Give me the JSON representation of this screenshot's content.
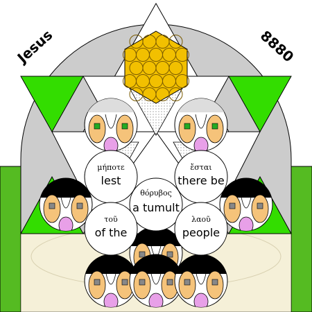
{
  "corner_labels": {
    "left": "Jesus",
    "right": "8880"
  },
  "words": [
    {
      "greek": "μήποτε",
      "english": "lest"
    },
    {
      "greek": "ἔσται",
      "english": "there be"
    },
    {
      "greek": "θόρυβος",
      "english": "a tumult"
    },
    {
      "greek": "τοῦ",
      "english": "of the"
    },
    {
      "greek": "λαοῦ",
      "english": "people"
    }
  ],
  "colors": {
    "green": "#33dd00",
    "side_green": "#55bb22",
    "grey": "#cccccc",
    "gold": "#f2c000",
    "skin": "#f5c37a",
    "pink": "#e8a0e8",
    "hair": "#000000",
    "cream": "#f5f0d8"
  },
  "icons": [
    "honeycomb-hexagon-icon",
    "face-medallion-icon"
  ]
}
